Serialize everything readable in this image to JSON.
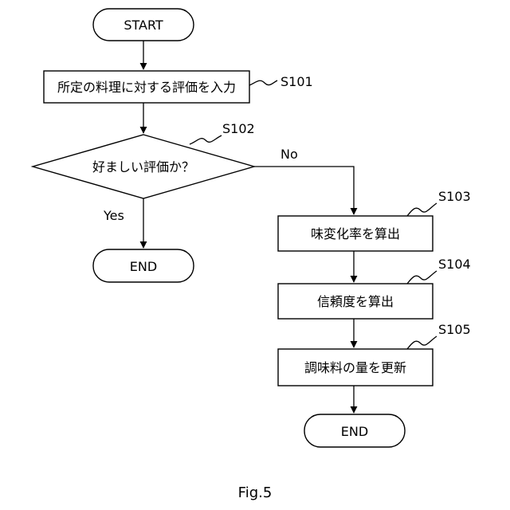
{
  "flowchart": {
    "start": "START",
    "input": "所定の料理に対する評価を入力",
    "decision": "好ましい評価か？",
    "yes": "Yes",
    "no": "No",
    "end_left": "END",
    "calc_taste": "味変化率を算出",
    "calc_reliability": "信頼度を算出",
    "update_amount": "調味料の量を更新",
    "end_right": "END"
  },
  "step_labels": {
    "s101": "S101",
    "s102": "S102",
    "s103": "S103",
    "s104": "S104",
    "s105": "S105"
  },
  "caption": "Fig.5"
}
